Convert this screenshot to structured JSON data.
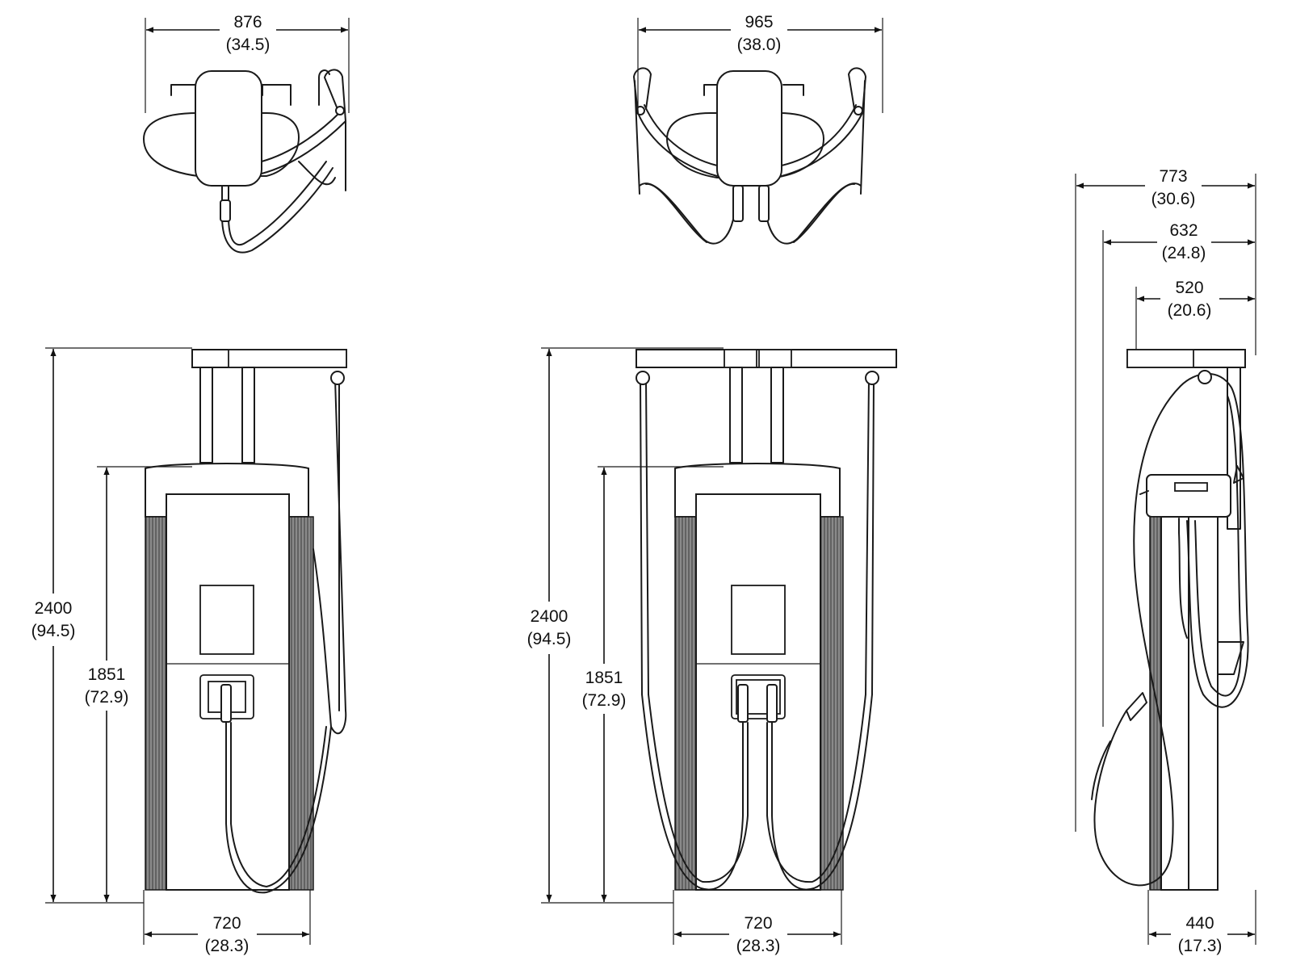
{
  "colors": {
    "line": "#1a1a1a",
    "column": "#707070",
    "background": "#ffffff"
  },
  "dimensions": {
    "single_top_width": {
      "mm": "876",
      "in": "(34.5)"
    },
    "dual_top_width": {
      "mm": "965",
      "in": "(38.0)"
    },
    "side_overall_depth": {
      "mm": "773",
      "in": "(30.6)"
    },
    "side_hood_depth": {
      "mm": "632",
      "in": "(24.8)"
    },
    "side_beam_depth": {
      "mm": "520",
      "in": "(20.6)"
    },
    "single_total_height": {
      "mm": "2400",
      "in": "(94.5)"
    },
    "single_body_height": {
      "mm": "1851",
      "in": "(72.9)"
    },
    "dual_total_height": {
      "mm": "2400",
      "in": "(94.5)"
    },
    "dual_body_height": {
      "mm": "1851",
      "in": "(72.9)"
    },
    "single_base_width": {
      "mm": "720",
      "in": "(28.3)"
    },
    "dual_base_width": {
      "mm": "720",
      "in": "(28.3)"
    },
    "side_base_depth": {
      "mm": "440",
      "in": "(17.3)"
    }
  }
}
